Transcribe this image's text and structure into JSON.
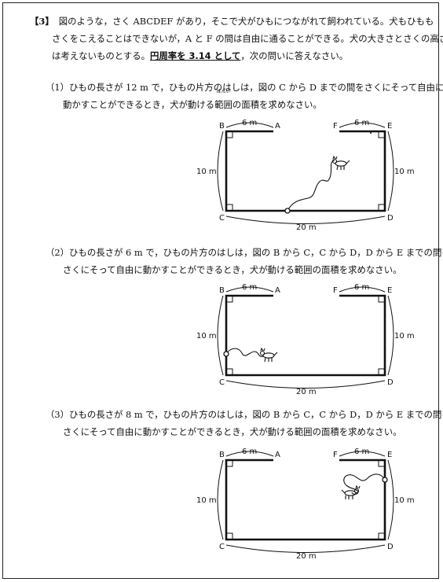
{
  "intro": {
    "number": "【3】",
    "line1": "図のような，さく ABCDEF があり，そこで犬がひもにつながれて飼われている。犬もひもも",
    "line2": "さくをこえることはできないが，A と F の間は自由に通ることができる。犬の大きさとさくの高さ",
    "line3_before": "は考えないものとする。",
    "line3_emphasis": "円周率を 3.14 として",
    "line3_after": "，次の問いに答えなさい。"
  },
  "questions": [
    {
      "label": "（1）",
      "line1": "ひもの長さが 12 m で，ひもの片方のはしは，図の C から D までの間をさくにそって自由に",
      "line2_before": "動かすことができるとき，犬が動ける",
      "ruby_base": "範囲",
      "ruby_text": "はんい",
      "line2_after": "の面積を求めなさい。"
    },
    {
      "label": "（2）",
      "line1": "ひもの長さが 6 m で，ひもの片方のはしは，図の B から C，C から D，D から E までの間を",
      "line2": "さくにそって自由に動かすことができるとき，犬が動ける範囲の面積を求めなさい。"
    },
    {
      "label": "（3）",
      "line1": "ひもの長さが 8 m で，ひもの片方のはしは，図の B から C，C から D，D から E までの間を",
      "line2": "さくにそって自由に動かすことができるとき，犬が動ける範囲の面積を求めなさい。"
    }
  ],
  "diagram": {
    "labels": {
      "A": "A",
      "B": "B",
      "C": "C",
      "D": "D",
      "E": "E",
      "F": "F"
    },
    "dims": {
      "ab": "6 m",
      "fe": "6 m",
      "left": "10 m",
      "right": "10 m",
      "bottom": "20 m"
    }
  }
}
